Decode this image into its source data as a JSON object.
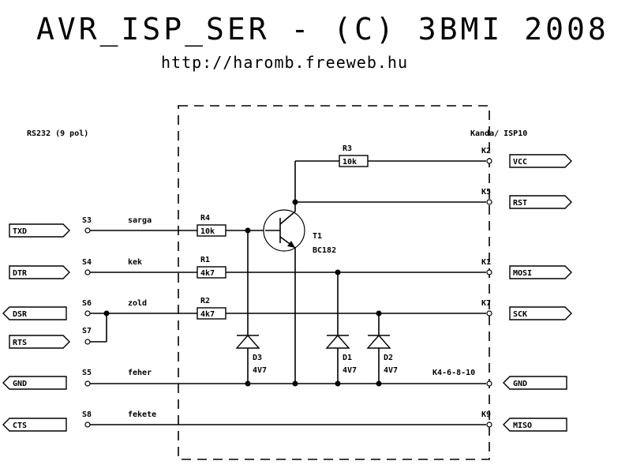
{
  "title": "AVR_ISP_SER - (C) 3BMI 2008",
  "url": "http://haromb.freeweb.hu",
  "left_header": "RS232 (9 pol)",
  "right_header": "Kanda/ ISP10",
  "left_connectors": {
    "txd": "TXD",
    "dtr": "DTR",
    "dsr": "DSR",
    "rts": "RTS",
    "gnd": "GND",
    "cts": "CTS"
  },
  "left_pins": {
    "s3": "S3",
    "s4": "S4",
    "s6": "S6",
    "s7": "S7",
    "s5": "S5",
    "s8": "S8"
  },
  "wire_colors": {
    "sarga": "sarga",
    "kek": "kek",
    "zold": "zold",
    "feher": "feher",
    "fekete": "fekete"
  },
  "right_pins": {
    "k2": "K2",
    "k5": "K5",
    "k1": "K1",
    "k7": "K7",
    "kgnd": "K4-6-8-10",
    "k9": "K9"
  },
  "right_connectors": {
    "vcc": "VCC",
    "rst": "RST",
    "mosi": "MOSI",
    "sck": "SCK",
    "gnd": "GND",
    "miso": "MISO"
  },
  "resistors": {
    "r3": {
      "name": "R3",
      "value": "10k"
    },
    "r4": {
      "name": "R4",
      "value": "10k"
    },
    "r1": {
      "name": "R1",
      "value": "4k7"
    },
    "r2": {
      "name": "R2",
      "value": "4k7"
    }
  },
  "transistor": {
    "name": "T1",
    "part": "BC182"
  },
  "diodes": {
    "d3": {
      "name": "D3",
      "value": "4V7"
    },
    "d1": {
      "name": "D1",
      "value": "4V7"
    },
    "d2": {
      "name": "D2",
      "value": "4V7"
    }
  }
}
